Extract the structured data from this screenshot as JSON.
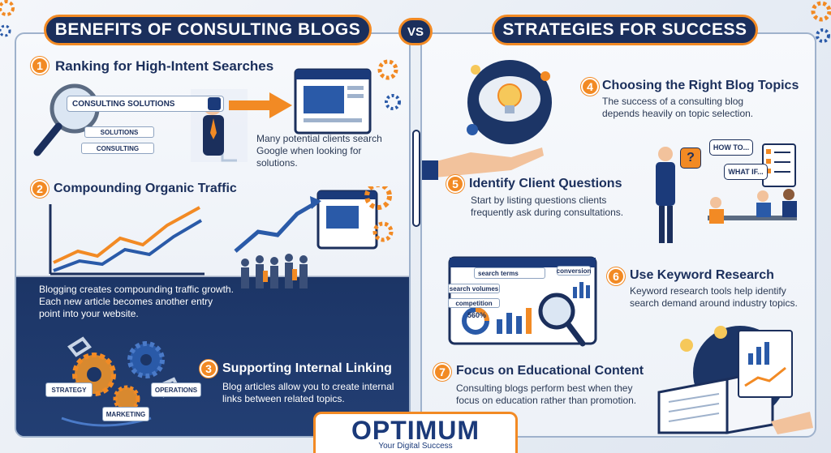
{
  "header": {
    "left_title": "BENEFITS OF CONSULTING BLOGS",
    "vs": "VS",
    "right_title": "STRATEGIES FOR SUCCESS"
  },
  "benefits": [
    {
      "number": "1",
      "title": "Ranking for High-Intent Searches",
      "text": "Many potential clients search Google when looking for solutions."
    },
    {
      "number": "2",
      "title": "Compounding Organic Traffic",
      "text": "Blogging creates compounding traffic growth. Each new article becomes another entry point into your website."
    },
    {
      "number": "3",
      "title": "Supporting Internal Linking",
      "text": "Blog articles allow you to create internal links between related topics."
    }
  ],
  "strategies": [
    {
      "number": "4",
      "title": "Choosing the Right Blog Topics",
      "text": "The success of a consulting blog depends heavily on topic selection."
    },
    {
      "number": "5",
      "title": "Identify Client Questions",
      "text": "Start by listing questions clients frequently ask during consultations."
    },
    {
      "number": "6",
      "title": "Use Keyword Research",
      "text": "Keyword research tools help identify search demand around industry topics."
    },
    {
      "number": "7",
      "title": "Focus on Educational Content",
      "text": "Consulting blogs perform best when they focus on education rather than promotion."
    }
  ],
  "illustration_labels": {
    "search_main": "CONSULTING SOLUTIONS",
    "search_sub1": "SOLUTIONS",
    "search_sub2": "CONSULTING",
    "strategy": "STRATEGY",
    "marketing": "MARKETING",
    "operations": "OPERATIONS",
    "how_to": "HOW TO...",
    "what_if": "WHAT IF...",
    "search_terms": "search terms",
    "search_volumes": "search volumes",
    "competition": "competition",
    "conversion": "conversion",
    "percent": "560%"
  },
  "logo": {
    "word": "OPTIMUM",
    "tagline": "Your Digital Success"
  },
  "colors": {
    "navy": "#1b2f5c",
    "accent": "#f28a24",
    "blue": "#2a5aa8"
  }
}
